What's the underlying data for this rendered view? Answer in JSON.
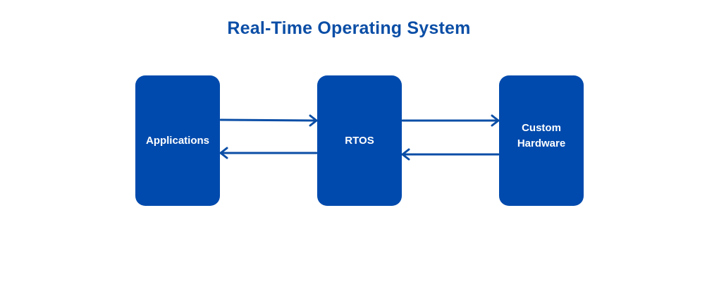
{
  "title": "Real-Time Operating System",
  "nodes": [
    {
      "id": "applications",
      "label": "Applications"
    },
    {
      "id": "rtos",
      "label": "RTOS"
    },
    {
      "id": "hardware",
      "label": "Custom Hardware"
    }
  ],
  "edges": [
    {
      "from": "applications",
      "to": "rtos"
    },
    {
      "from": "rtos",
      "to": "applications"
    },
    {
      "from": "rtos",
      "to": "hardware"
    },
    {
      "from": "hardware",
      "to": "rtos"
    }
  ],
  "colors": {
    "box_fill": "#004aad",
    "arrow": "#0b4ea6",
    "title": "#0b4ea6",
    "box_text": "#ffffff"
  }
}
